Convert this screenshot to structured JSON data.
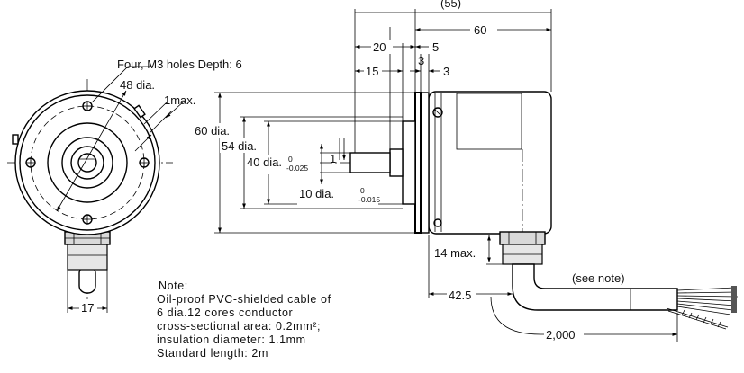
{
  "front_view": {
    "holes_label": "Four, M3 holes Depth: 6",
    "bolt_circle_label": "48 dia.",
    "projection_label": "1max.",
    "gland_width_label": "17"
  },
  "side_view": {
    "top_label": "(55)",
    "length_label": "60",
    "dim_20": "20",
    "dim_5": "5",
    "dim_15": "15",
    "dim_3a": "3",
    "dim_3b": "3",
    "dia_60": "60 dia.",
    "dia_54": "54 dia.",
    "dia_40": "40 dia.",
    "dia_40_tol_upper": "0",
    "dia_40_tol_lower": "-0.025",
    "dim_1": "1",
    "dia_10": "10 dia.",
    "dia_10_tol_upper": "0",
    "dia_10_tol_lower": "-0.015",
    "max_14": "14 max.",
    "dim_42_5": "42.5",
    "see_note": "(see note)",
    "cable_length": "2,000"
  },
  "note": {
    "heading": "Note:",
    "lines": [
      "Oil-proof PVC-shielded cable of",
      "6 dia.12 cores conductor",
      "cross-sectional area: 0.2mm²;",
      "insulation diameter: 1.1mm",
      "Standard length: 2m"
    ]
  }
}
